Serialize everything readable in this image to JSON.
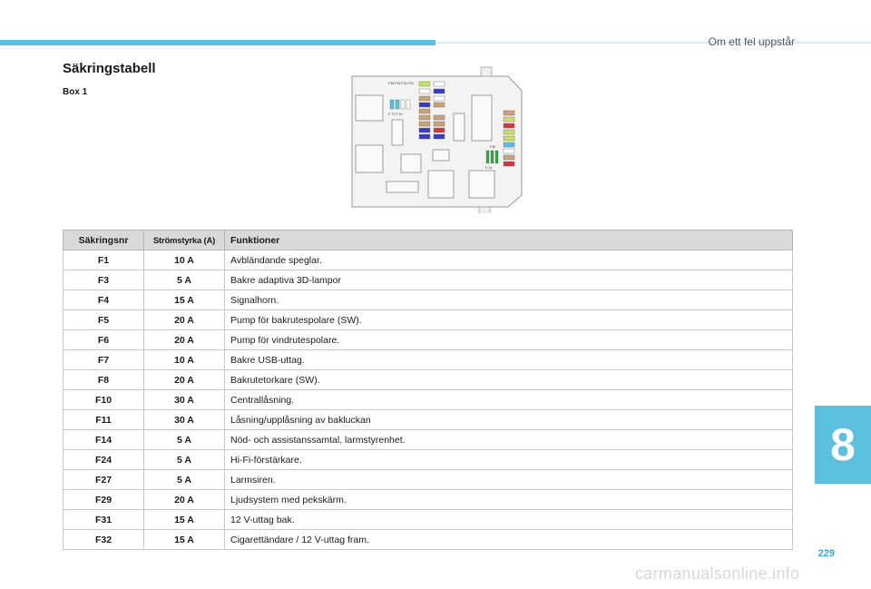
{
  "header": {
    "chapter_title": "Om ett fel uppstår",
    "accent": "#5bc0de"
  },
  "section": {
    "title": "Säkringstabell",
    "box_label": "Box 1"
  },
  "diagram": {
    "labels_top": "F36 F35 F34 F33",
    "labels_mid": "F 77 F 31",
    "labels_right_a": "F30",
    "labels_right_b": "F 14"
  },
  "table": {
    "headers": [
      "Säkringsnr",
      "Strömstyrka (A)",
      "Funktioner"
    ],
    "rows": [
      {
        "nr": "F1",
        "amp": "10 A",
        "func": "Avbländande speglar."
      },
      {
        "nr": "F3",
        "amp": "5 A",
        "func": "Bakre adaptiva 3D-lampor"
      },
      {
        "nr": "F4",
        "amp": "15 A",
        "func": "Signalhorn."
      },
      {
        "nr": "F5",
        "amp": "20 A",
        "func": "Pump för bakrutespolare (SW)."
      },
      {
        "nr": "F6",
        "amp": "20 A",
        "func": "Pump för vindrutespolare."
      },
      {
        "nr": "F7",
        "amp": "10 A",
        "func": "Bakre USB-uttag."
      },
      {
        "nr": "F8",
        "amp": "20 A",
        "func": "Bakrutetorkare (SW)."
      },
      {
        "nr": "F10",
        "amp": "30 A",
        "func": "Centrallåsning."
      },
      {
        "nr": "F11",
        "amp": "30 A",
        "func": "Låsning/upplåsning av bakluckan"
      },
      {
        "nr": "F14",
        "amp": "5 A",
        "func": "Nöd- och assistanssamtal, larmstyrenhet."
      },
      {
        "nr": "F24",
        "amp": "5 A",
        "func": "Hi-Fi-förstärkare."
      },
      {
        "nr": "F27",
        "amp": "5 A",
        "func": "Larmsiren."
      },
      {
        "nr": "F29",
        "amp": "20 A",
        "func": "Ljudsystem med pekskärm."
      },
      {
        "nr": "F31",
        "amp": "15 A",
        "func": "12 V-uttag bak."
      },
      {
        "nr": "F32",
        "amp": "15 A",
        "func": "Cigarettändare / 12 V-uttag fram."
      }
    ]
  },
  "chapter_tab": "8",
  "page_number": "229",
  "watermark": "carmanualsonline.info"
}
